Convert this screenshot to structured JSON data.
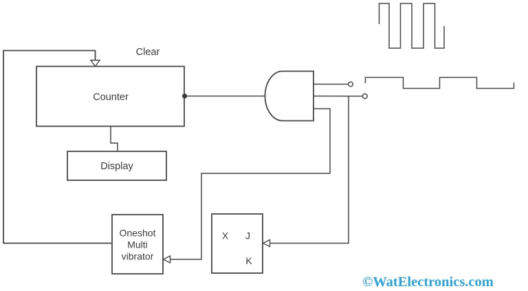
{
  "colors": {
    "line": "#474747",
    "text": "#3b3b3b",
    "background": "#ffffff",
    "watermark": "#2AA4DC"
  },
  "labels": {
    "clear": "Clear",
    "counter": "Counter",
    "display": "Display",
    "oneshot": [
      "Oneshot",
      "Multi",
      "vibrator"
    ],
    "jk": {
      "x": "X",
      "j": "J",
      "k": "K"
    }
  },
  "watermark": {
    "text": "©WatElectronics.com"
  },
  "gate": {
    "type": "AND",
    "facing": "left",
    "output_terminals": 2
  },
  "waveforms": {
    "clock": {
      "type": "square",
      "full_pulses": 3,
      "levels": [
        "high",
        "low"
      ]
    },
    "gate_output": {
      "type": "square",
      "full_pulses": 2,
      "levels": [
        "high",
        "low"
      ]
    }
  },
  "connections": {
    "counter_junction_dot": true,
    "clear_arrow_style": "hollow-triangle-down",
    "oneshot_input_arrow": "left",
    "jk_input_arrow": "left"
  }
}
